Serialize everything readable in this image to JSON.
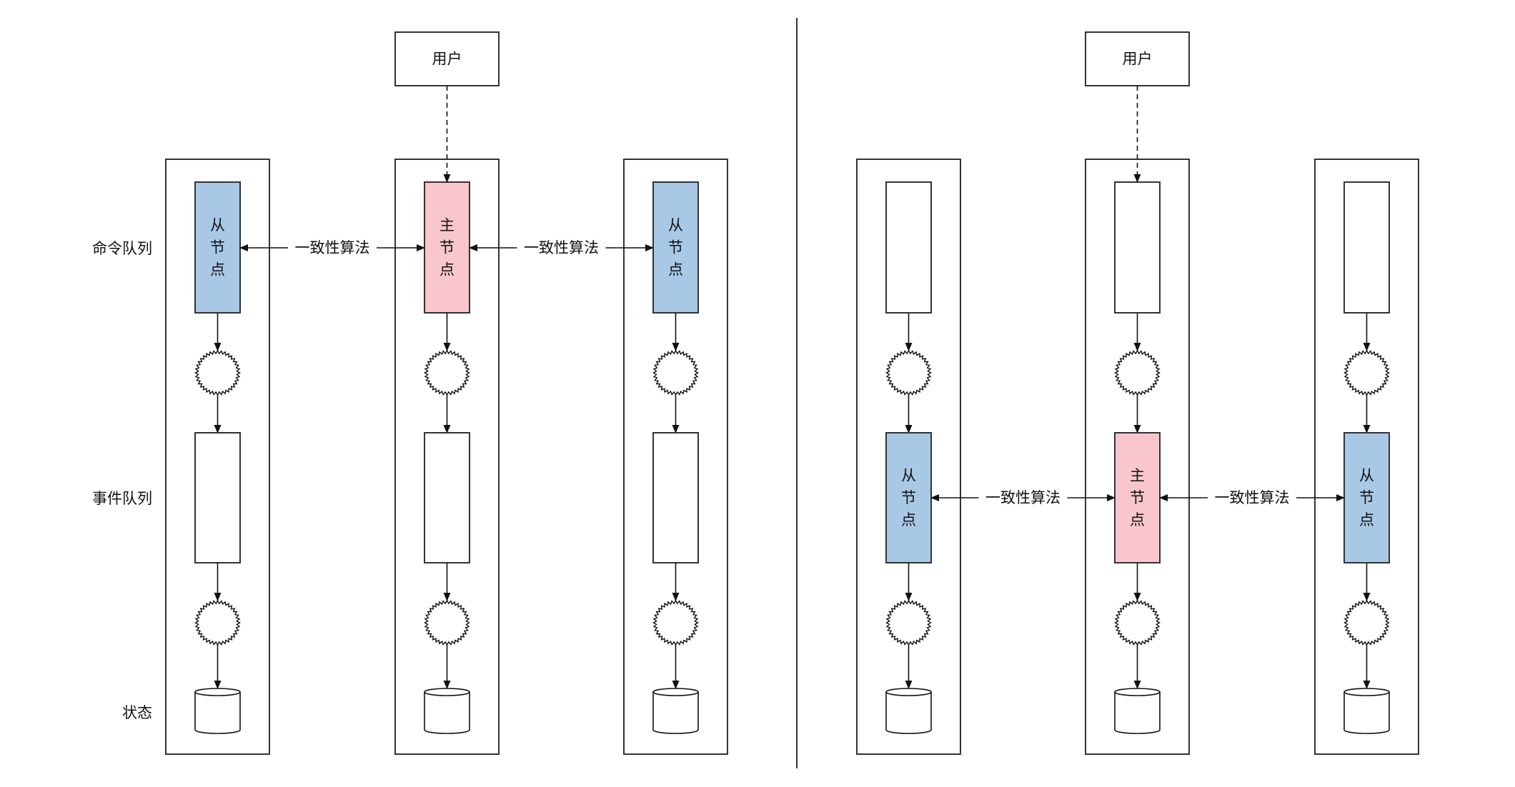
{
  "colors": {
    "leader_fill": "#f8c6cc",
    "follower_fill": "#a9c8e6",
    "stroke": "#333333",
    "background": "#ffffff"
  },
  "row_labels": {
    "command_queue": "命令队列",
    "event_queue": "事件队列",
    "state": "状态"
  },
  "panels": [
    {
      "name": "command-replication",
      "user_label": "用户",
      "consensus_row": "command",
      "nodes": [
        {
          "role": "follower",
          "label": "从\n节\n点",
          "chars": [
            "从",
            "节",
            "点"
          ]
        },
        {
          "role": "leader",
          "label": "主\n节\n点",
          "chars": [
            "主",
            "节",
            "点"
          ]
        },
        {
          "role": "follower",
          "label": "从\n节\n点",
          "chars": [
            "从",
            "节",
            "点"
          ]
        }
      ],
      "consensus_labels": [
        "一致性算法",
        "一致性算法"
      ]
    },
    {
      "name": "event-replication",
      "user_label": "用户",
      "consensus_row": "event",
      "nodes": [
        {
          "role": "follower",
          "label": "从\n节\n点",
          "chars": [
            "从",
            "节",
            "点"
          ]
        },
        {
          "role": "leader",
          "label": "主\n节\n点",
          "chars": [
            "主",
            "节",
            "点"
          ]
        },
        {
          "role": "follower",
          "label": "从\n节\n点",
          "chars": [
            "从",
            "节",
            "点"
          ]
        }
      ],
      "consensus_labels": [
        "一致性算法",
        "一致性算法"
      ]
    }
  ]
}
